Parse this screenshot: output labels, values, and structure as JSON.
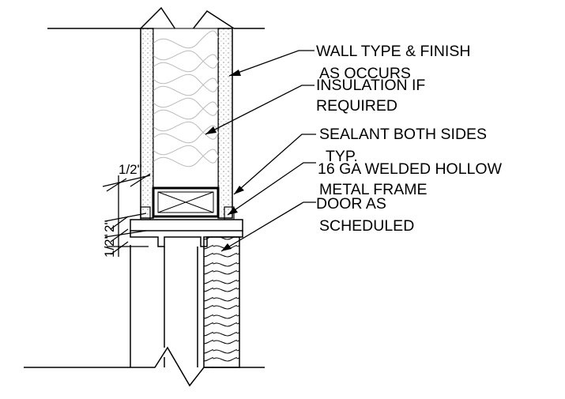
{
  "labels": {
    "wall_line1": "WALL TYPE & FINISH",
    "wall_line2": "AS OCCURS",
    "insul_line1": "INSULATION IF",
    "insul_line2": "REQUIRED",
    "sealant_line1": "SEALANT BOTH SIDES",
    "sealant_line2": "TYP.",
    "frame_line1": "16 GA WELDED HOLLOW",
    "frame_line2": "METAL FRAME",
    "door_line1": "DOOR AS",
    "door_line2": "SCHEDULED"
  },
  "dimensions": {
    "upper": "1/2\"",
    "lower_a": "1/2\"",
    "lower_b": "2\""
  }
}
